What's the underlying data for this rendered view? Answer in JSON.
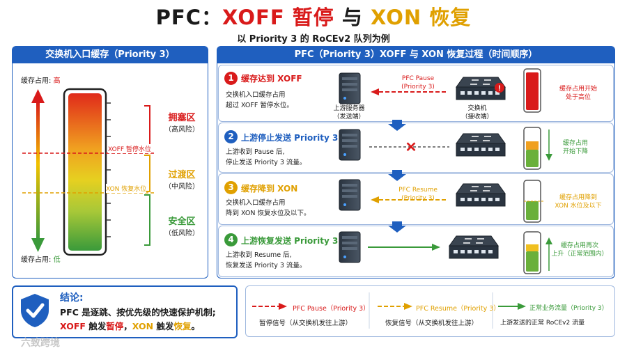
{
  "title": {
    "prefix": "PFC：",
    "xoff": "XOFF 暂停",
    "mid": "与 ",
    "xon": "XON 恢复"
  },
  "subtitle": "以 Priority 3 的 RoCEv2 队列为例",
  "left_panel": {
    "header": "交换机入口缓存（Priority 3）",
    "top_label": "缓存占用: ",
    "top_value": "高",
    "bottom_label": "缓存占用: ",
    "bottom_value": "低",
    "xoff_line": "XOFF 暂停水位",
    "xon_line": "XON 恢复水位",
    "zones": [
      {
        "name": "拥塞区",
        "sub": "（高风险）",
        "color": "#d91a1a"
      },
      {
        "name": "过渡区",
        "sub": "（中风险）",
        "color": "#e0a000"
      },
      {
        "name": "安全区",
        "sub": "（低风险）",
        "color": "#3a9a3a"
      }
    ]
  },
  "right_panel": {
    "header": "PFC（Priority 3）XOFF 与 XON 恢复过程（时间顺序）",
    "steps": [
      {
        "num": "1",
        "title": "缓存达到 XOFF",
        "desc1": "交换机入口缓存占用",
        "desc2": "超过 XOFF 暂停水位。",
        "signal1": "PFC Pause",
        "signal2": "(Priority 3)",
        "state1": "缓存占用开始",
        "state2": "处于高位",
        "color": "#d91a1a"
      },
      {
        "num": "2",
        "title": "上游停止发送 Priority 3",
        "desc1": "上游收到 Pause 后,",
        "desc2": "停止发送 Priority 3 流量。",
        "state1": "缓存占用",
        "state2": "开始下降",
        "color": "#1f5fbf"
      },
      {
        "num": "3",
        "title": "缓存降到 XON",
        "desc1": "交换机入口缓存占用",
        "desc2": "降到 XON 恢复水位及以下。",
        "signal1": "PFC Resume",
        "signal2": "(Priority 3)",
        "state1": "缓存占用降到",
        "state2": "XON 水位及以下",
        "color": "#e0a000"
      },
      {
        "num": "4",
        "title": "上游恢复发送 Priority 3",
        "desc1": "上游收到 Resume 后,",
        "desc2": "恢复发送 Priority 3 流量。",
        "state1": "缓存占用再次",
        "state2": "上升（正常范围内）",
        "color": "#3a9a3a"
      }
    ],
    "server_label1": "上游服务器",
    "server_label2": "（发送端）",
    "switch_label1": "交换机",
    "switch_label2": "（接收端）"
  },
  "conclusion": {
    "title": "结论:",
    "line1": "PFC 是逐跳、按优先级的快速保护机制;",
    "l2_a": "XOFF",
    "l2_b": " 触发",
    "l2_c": "暂停",
    "l2_d": "，",
    "l2_e": "XON",
    "l2_f": " 触发",
    "l2_g": "恢复",
    "l2_h": "。"
  },
  "legend": [
    {
      "label": "PFC Pause（Priority 3）",
      "desc": "暂停信号（从交换机发往上游）",
      "color": "#d91a1a"
    },
    {
      "label": "PFC Resume（Priority 3）",
      "desc": "恢复信号（从交换机发往上游）",
      "color": "#e0a000"
    },
    {
      "label": "正常业务流量（Priority 3）",
      "desc": "上游发送的正常 RoCEv2 流量",
      "color": "#3a9a3a"
    }
  ],
  "watermark": "六致跨境"
}
